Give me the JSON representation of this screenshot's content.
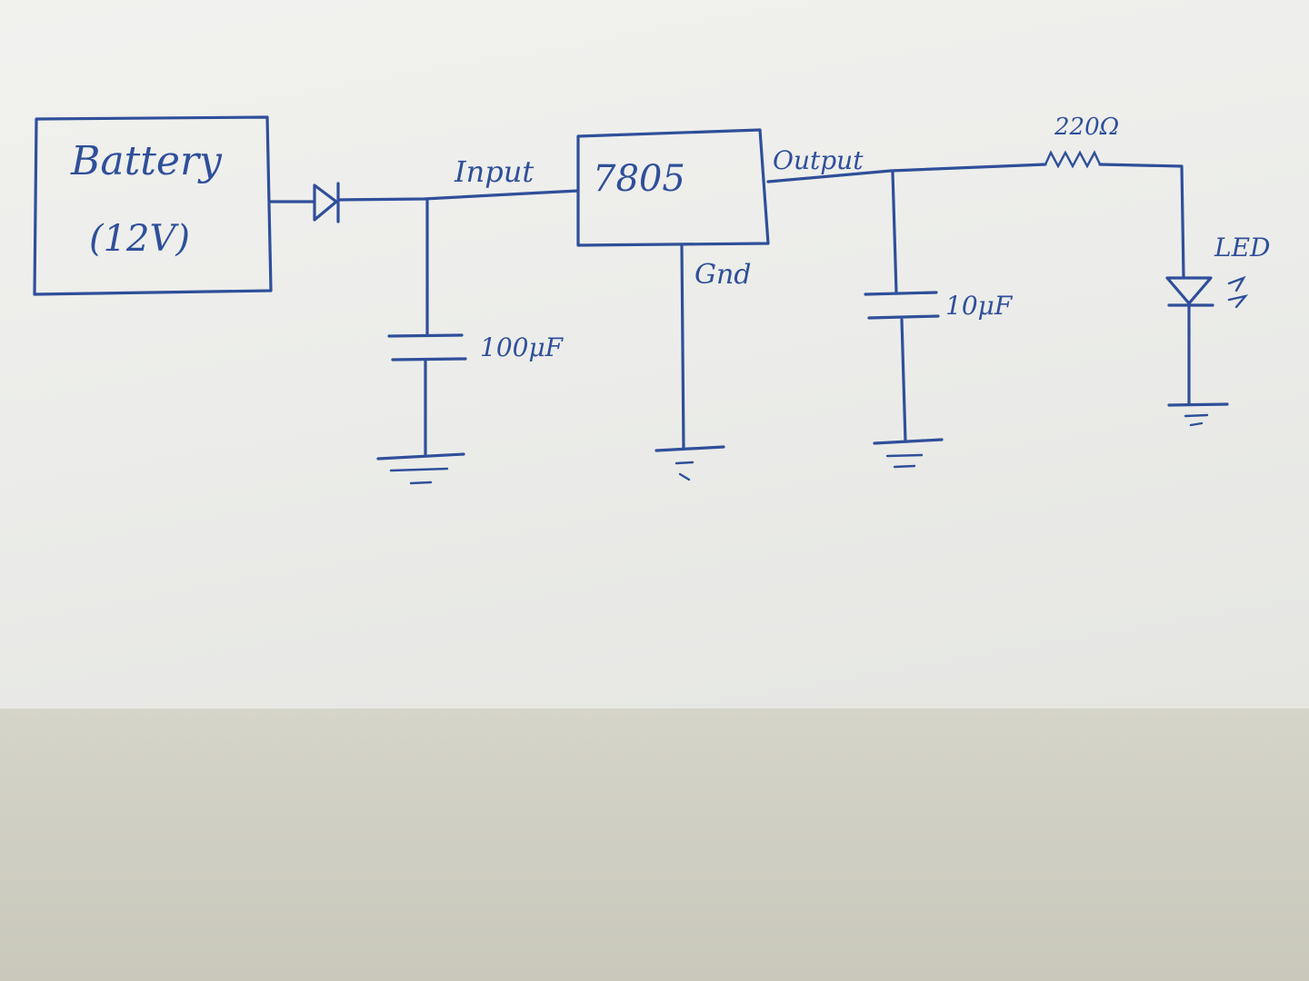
{
  "components": {
    "battery": {
      "name": "Battery",
      "voltage": "(12V)"
    },
    "regulator": {
      "part": "7805",
      "input_label": "Input",
      "output_label": "Output",
      "ground_label": "Gnd"
    },
    "input_capacitor": {
      "value": "100μF"
    },
    "output_capacitor": {
      "value": "10μF"
    },
    "resistor": {
      "value": "220Ω"
    },
    "led": {
      "name": "LED"
    }
  },
  "colors": {
    "ink": "#2f4f9a",
    "paper": "#eeeeeb",
    "table": "#d2d1c5"
  }
}
